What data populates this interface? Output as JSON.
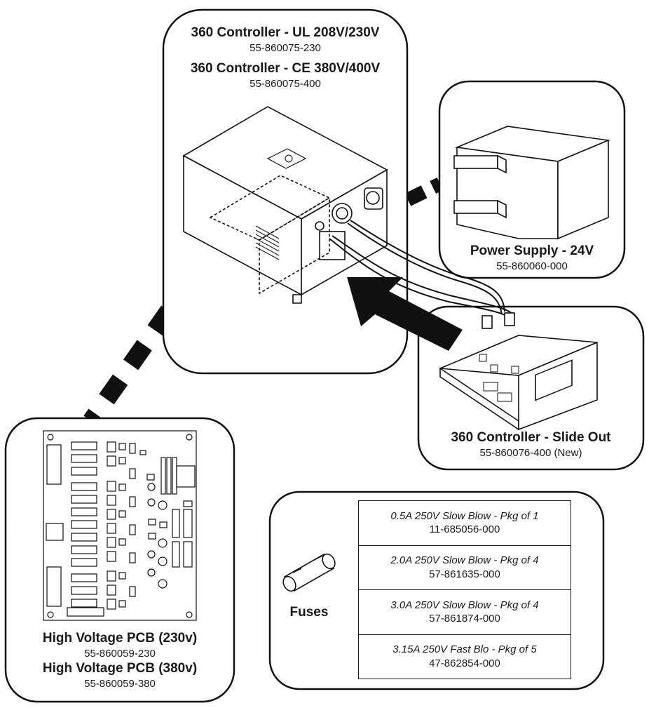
{
  "controller": {
    "title_ul": "360 Controller - UL 208V/230V",
    "pn_ul": "55-860075-230",
    "title_ce": "360 Controller - CE 380V/400V",
    "pn_ce": "55-860075-400"
  },
  "power_supply": {
    "title": "Power Supply - 24V",
    "pn": "55-860060-000"
  },
  "slide_out": {
    "title": "360 Controller - Slide Out",
    "pn": "55-860076-400 (New)"
  },
  "pcb": {
    "title_230": "High Voltage PCB (230v)",
    "pn_230": "55-860059-230",
    "title_380": "High Voltage PCB (380v)",
    "pn_380": "55-860059-380"
  },
  "fuses": {
    "label": "Fuses",
    "items": [
      {
        "desc": "0.5A 250V Slow Blow - Pkg of 1",
        "pn": "11-685056-000"
      },
      {
        "desc": "2.0A 250V Slow Blow - Pkg of 4",
        "pn": "57-861635-000"
      },
      {
        "desc": "3.0A 250V Slow Blow - Pkg of 4",
        "pn": "57-861874-000"
      },
      {
        "desc": "3.15A 250V Fast Blo - Pkg of 5",
        "pn": "47-862854-000"
      }
    ]
  }
}
